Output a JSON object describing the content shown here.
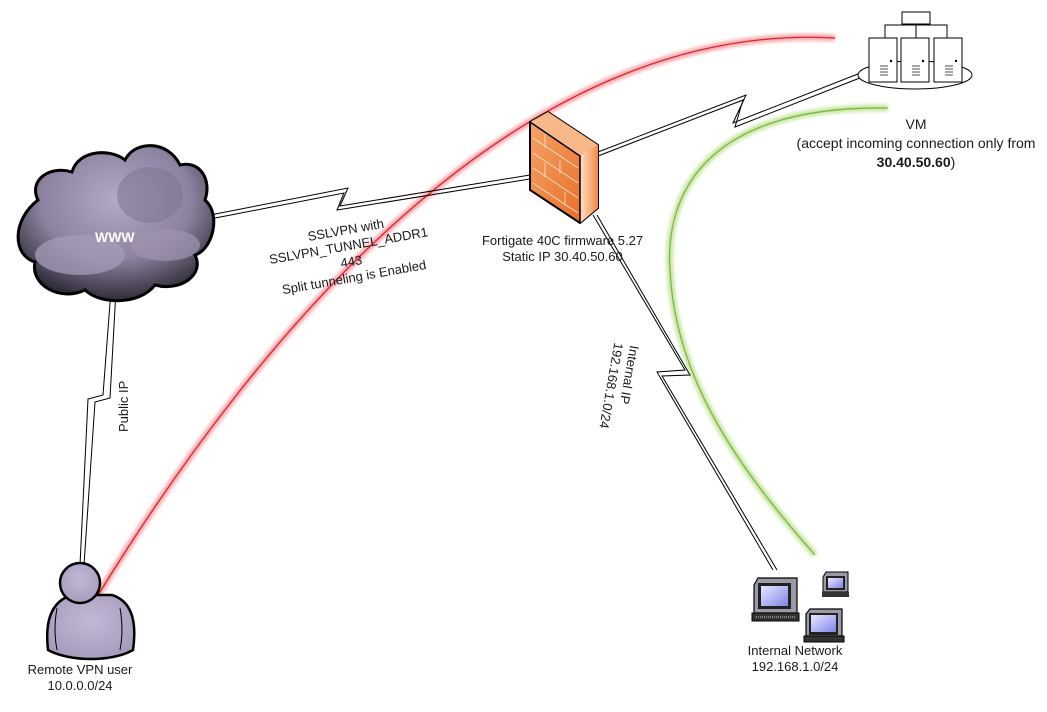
{
  "diagram": {
    "type": "network-topology",
    "colors": {
      "vpn_path": "#e0303a",
      "allowed_path": "#8cc84b",
      "firewall": "#f07a30",
      "cloud": "#8a7f99",
      "user": "#b3a8c8"
    }
  },
  "nodes": {
    "cloud": {
      "icon": "cloud-icon",
      "label": "WWW"
    },
    "firewall": {
      "icon": "firewall-icon",
      "line1": "Fortigate 40C firmware 5.27",
      "line2": "Static IP 30.40.50.60"
    },
    "vm": {
      "icon": "server-cluster-icon",
      "title": "VM",
      "line2": "(accept incoming connection only from",
      "ip_bold": "30.40.50.60",
      "ip_suffix": ")"
    },
    "remote_user": {
      "icon": "user-icon",
      "line1": "Remote VPN user",
      "line2": "10.0.0.0/24"
    },
    "internal_network": {
      "icon": "computers-icon",
      "line1": "Internal Network",
      "line2": "192.168.1.0/24"
    }
  },
  "links": {
    "ssl_vpn": {
      "line1": "SSLVPN with",
      "line2": "SSLVPN_TUNNEL_ADDR1",
      "line3": "443",
      "line4": "Split tunneling is Enabled"
    },
    "public": {
      "label": "Public IP"
    },
    "internal": {
      "line1": "Internal IP",
      "line2": "192.168.1.0/24"
    }
  }
}
